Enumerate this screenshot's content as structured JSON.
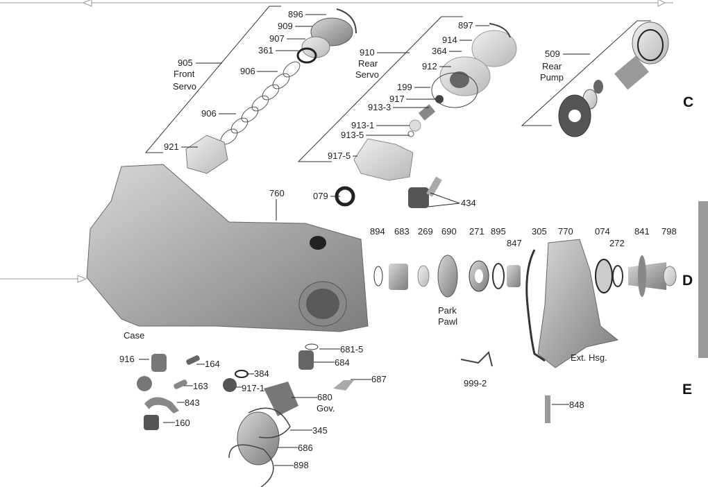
{
  "sections": {
    "c": "C",
    "d": "D",
    "e": "E"
  },
  "groups": {
    "front_servo": {
      "num": "905",
      "line1": "Front",
      "line2": "Servo"
    },
    "rear_servo": {
      "num": "910",
      "line1": "Rear",
      "line2": "Servo"
    },
    "rear_pump": {
      "num": "509",
      "line1": "Rear",
      "line2": "Pump"
    },
    "governor": {
      "num": "680",
      "name": "Gov."
    },
    "park_pawl": {
      "num": "690",
      "line1": "Park",
      "line2": "Pawl"
    }
  },
  "captions": {
    "case": "Case",
    "ext_hsg": "Ext. Hsg."
  },
  "parts": {
    "p896": "896",
    "p909": "909",
    "p907": "907",
    "p361": "361",
    "p906a": "906",
    "p906b": "906",
    "p921": "921",
    "p897": "897",
    "p914": "914",
    "p364": "364",
    "p912": "912",
    "p199": "199",
    "p917": "917",
    "p913_3": "913-3",
    "p913_1": "913-1",
    "p913_5": "913-5",
    "p917_5": "917-5",
    "p760": "760",
    "p079": "079",
    "p434": "434",
    "p894": "894",
    "p683": "683",
    "p269": "269",
    "p271": "271",
    "p895": "895",
    "p847": "847",
    "p305": "305",
    "p770": "770",
    "p074": "074",
    "p272": "272",
    "p841": "841",
    "p798": "798",
    "p681_5": "681-5",
    "p684": "684",
    "p687": "687",
    "p345": "345",
    "p686": "686",
    "p898": "898",
    "p916": "916",
    "p164": "164",
    "p384": "384",
    "p163": "163",
    "p917_1": "917-1",
    "p843": "843",
    "p160": "160",
    "p999_2": "999-2",
    "p848": "848"
  }
}
